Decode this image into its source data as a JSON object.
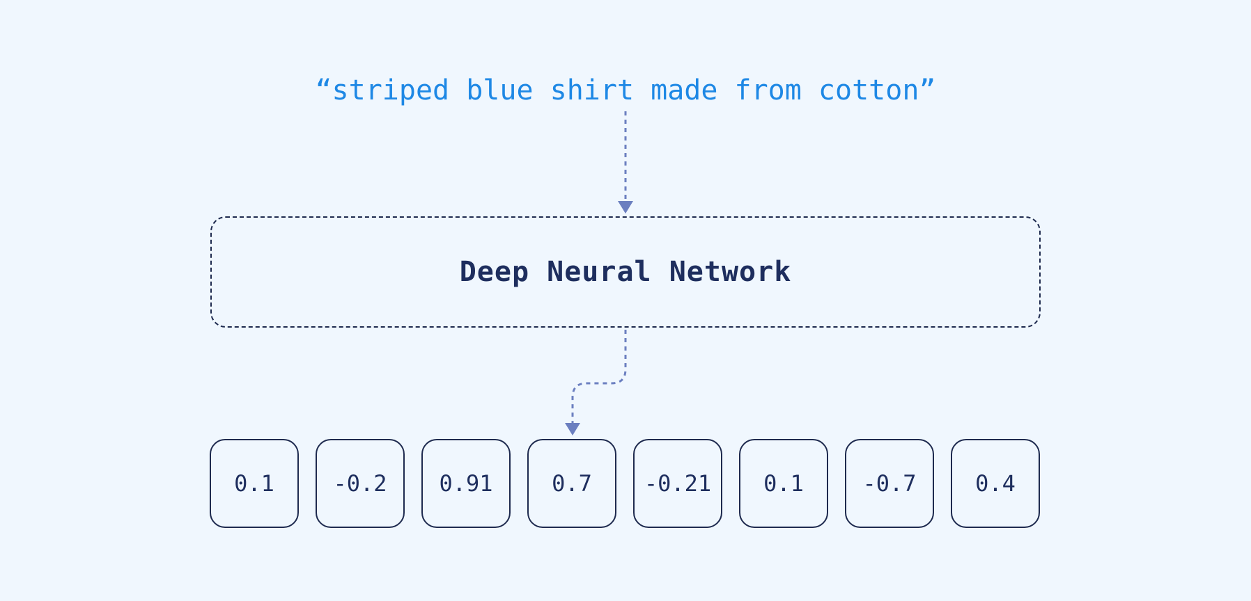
{
  "input_text": "“striped blue shirt made from cotton”",
  "network_label": "Deep Neural Network",
  "vector_values": [
    "0.1",
    "-0.2",
    "0.91",
    "0.7",
    "-0.21",
    "0.1",
    "-0.7",
    "0.4"
  ],
  "colors": {
    "background": "#f0f7fe",
    "input_text": "#1e88e5",
    "box_border": "#1e2a4f",
    "label_text": "#1e2e5e",
    "arrow": "#6b7fc0"
  },
  "icons": {
    "input_arrow": "arrow-down-icon",
    "output_arrow": "arrow-down-icon"
  }
}
